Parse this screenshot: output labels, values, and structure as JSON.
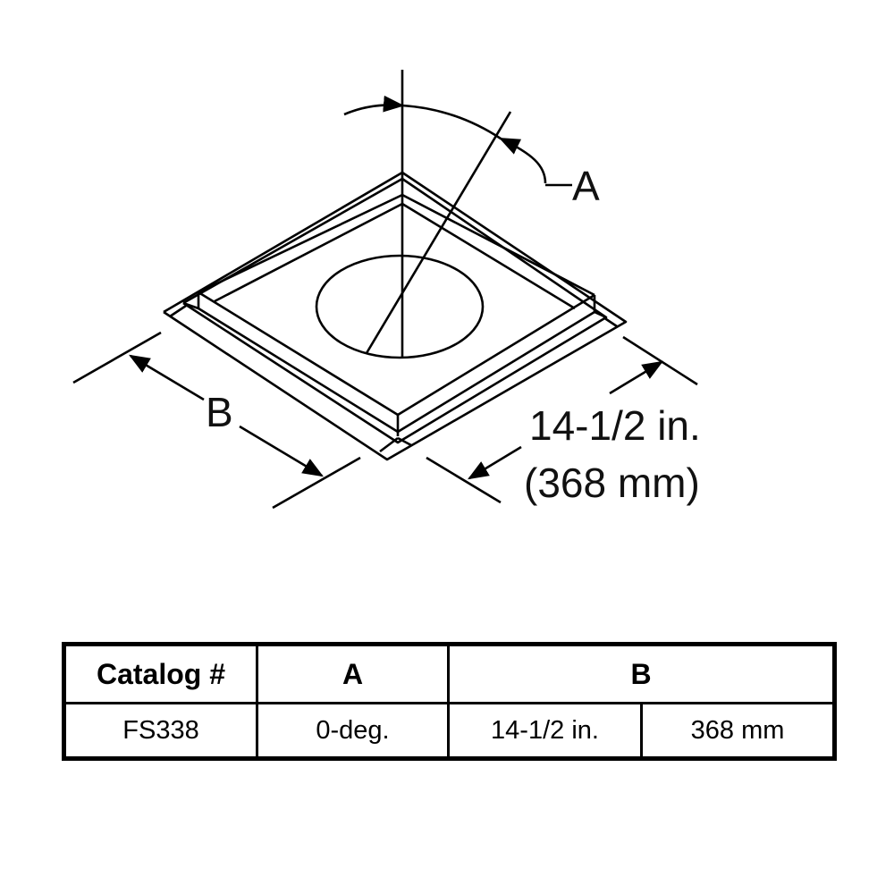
{
  "diagram": {
    "label_angle": "A",
    "label_width": "B",
    "dimension_imperial": "14-1/2 in.",
    "dimension_metric": "(368 mm)"
  },
  "table": {
    "headers": [
      "Catalog #",
      "A",
      "B"
    ],
    "rows": [
      {
        "catalog": "FS338",
        "a": "0-deg.",
        "b_in": "14-1/2 in.",
        "b_mm": "368 mm"
      }
    ]
  }
}
